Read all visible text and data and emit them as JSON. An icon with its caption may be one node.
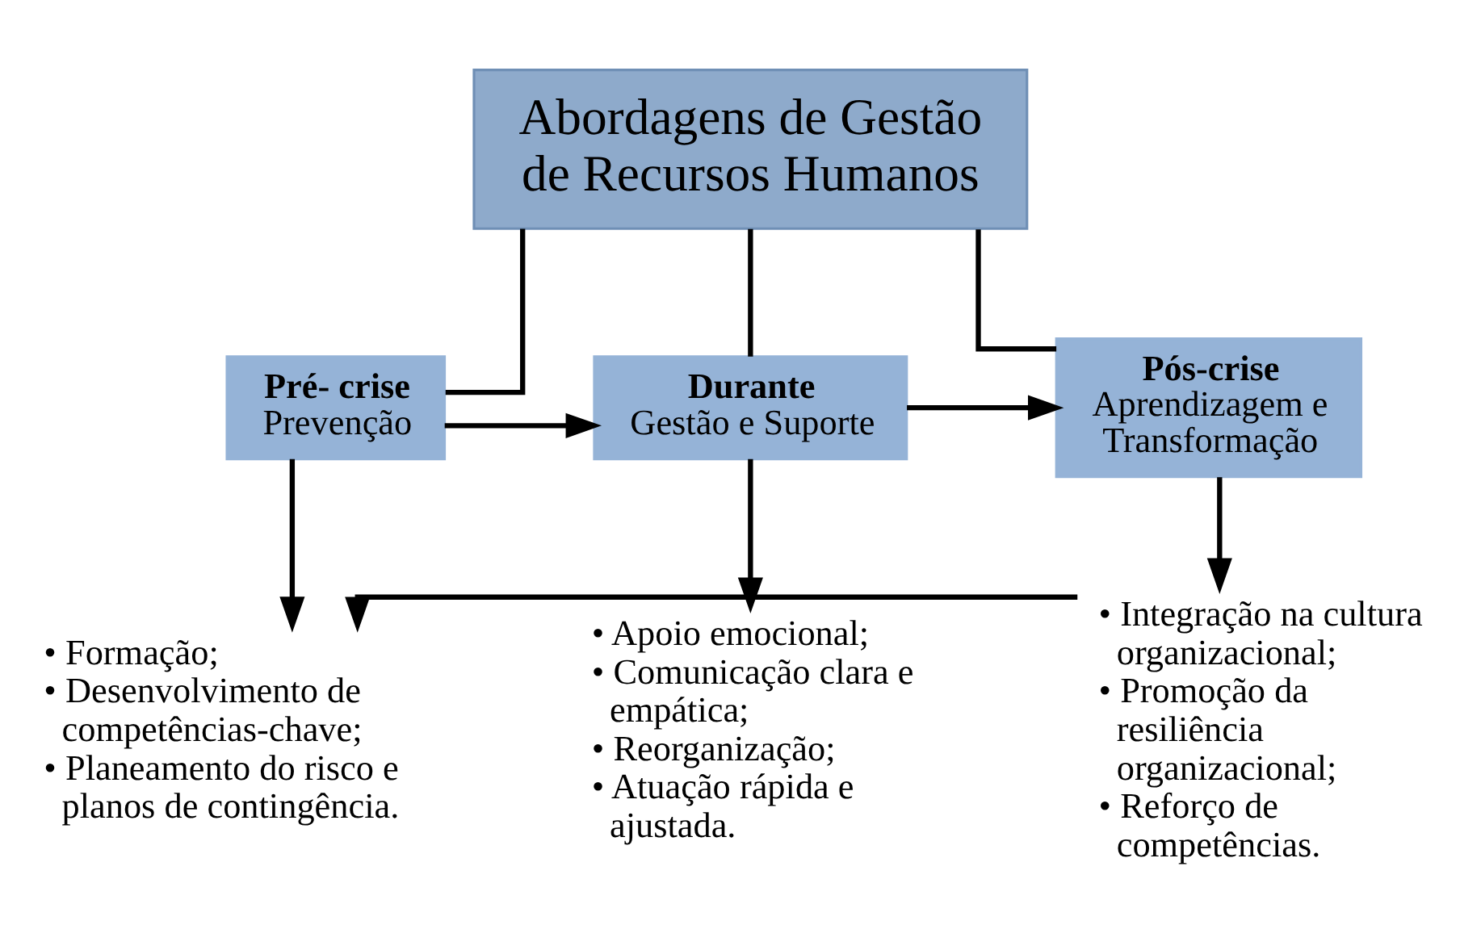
{
  "diagram": {
    "nodes": [
      {
        "text": [
          "Abordagens de Gestão de Recursos Humanos"
        ]
      },
      {
        "text": [
          "Pré- crise",
          "Prevenção"
        ]
      },
      {
        "text": [
          "Durante",
          "Gestão e Suporte"
        ]
      },
      {
        "text": [
          "Pós-crise",
          "Aprendizagem e Transformação"
        ]
      },
      {
        "text": [
          "• Formação;",
          "• Desenvolvimento de competências-chave;",
          "• Planeamento do risco e planos de contingência."
        ]
      },
      {
        "text": [
          "• Apoio emocional;",
          "• Comunicação clara e empática;",
          "• Reorganização;",
          "• Atuação rápida e ajustada."
        ]
      },
      {
        "text": [
          "• Integração na cultura organizacional;",
          "• Promoção da resiliência organizacional;",
          "• Reforço de competências."
        ]
      }
    ],
    "edges": [
      {
        "from": 0,
        "to": 1,
        "arrow": "none"
      },
      {
        "from": 0,
        "to": 2,
        "arrow": "none"
      },
      {
        "from": 0,
        "to": 3,
        "arrow": "none"
      },
      {
        "from": 1,
        "to": 2,
        "arrow": "to"
      },
      {
        "from": 2,
        "to": 3,
        "arrow": "to"
      },
      {
        "from": 1,
        "to": 4,
        "arrow": "to"
      },
      {
        "from": 2,
        "to": 5,
        "arrow": "to"
      },
      {
        "from": 3,
        "to": 6,
        "arrow": "to"
      },
      {
        "from": 6,
        "to": 4,
        "arrow": "to"
      }
    ]
  }
}
